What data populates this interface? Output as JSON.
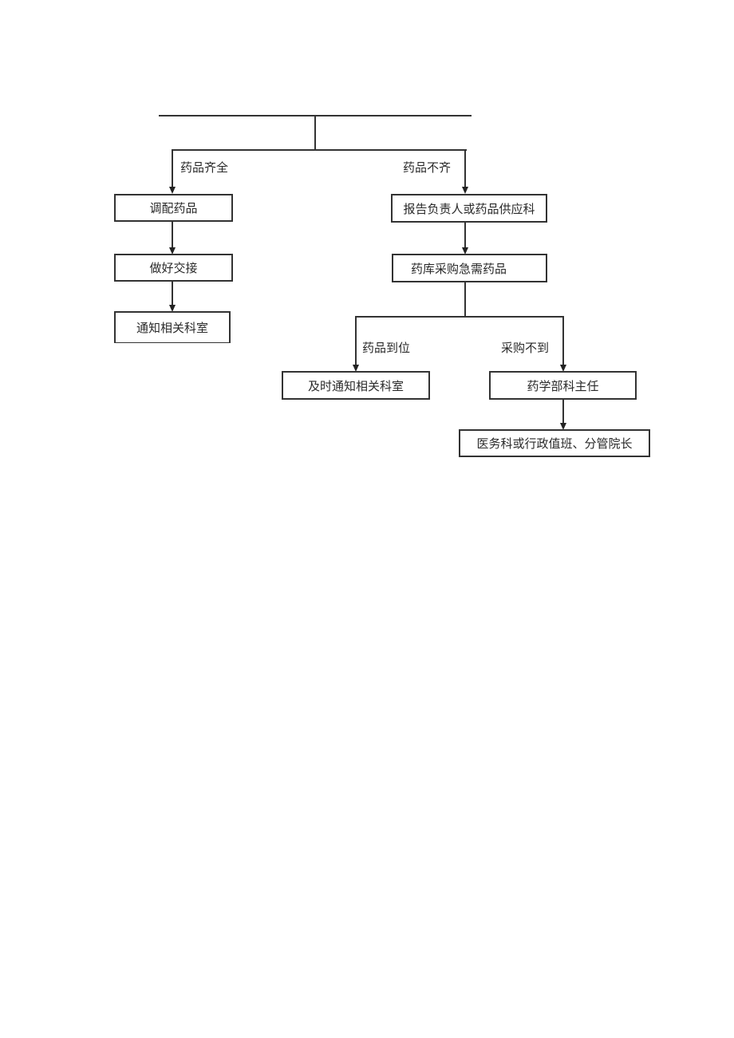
{
  "flowchart": {
    "branches": {
      "left_label": "药品齐全",
      "right_label": "药品不齐"
    },
    "left_column": {
      "step1": "调配药品",
      "step2": "做好交接",
      "step3": "通知相关科室"
    },
    "right_column": {
      "step1": "报告负责人或药品供应科",
      "step2": "药库采购急需药品",
      "sub_branches": {
        "left_label": "药品到位",
        "right_label": "采购不到"
      },
      "arrived": "及时通知相关科室",
      "not_purchased": {
        "step1": "药学部科主任",
        "step2": "医务科或行政值班、分管院长"
      }
    }
  }
}
